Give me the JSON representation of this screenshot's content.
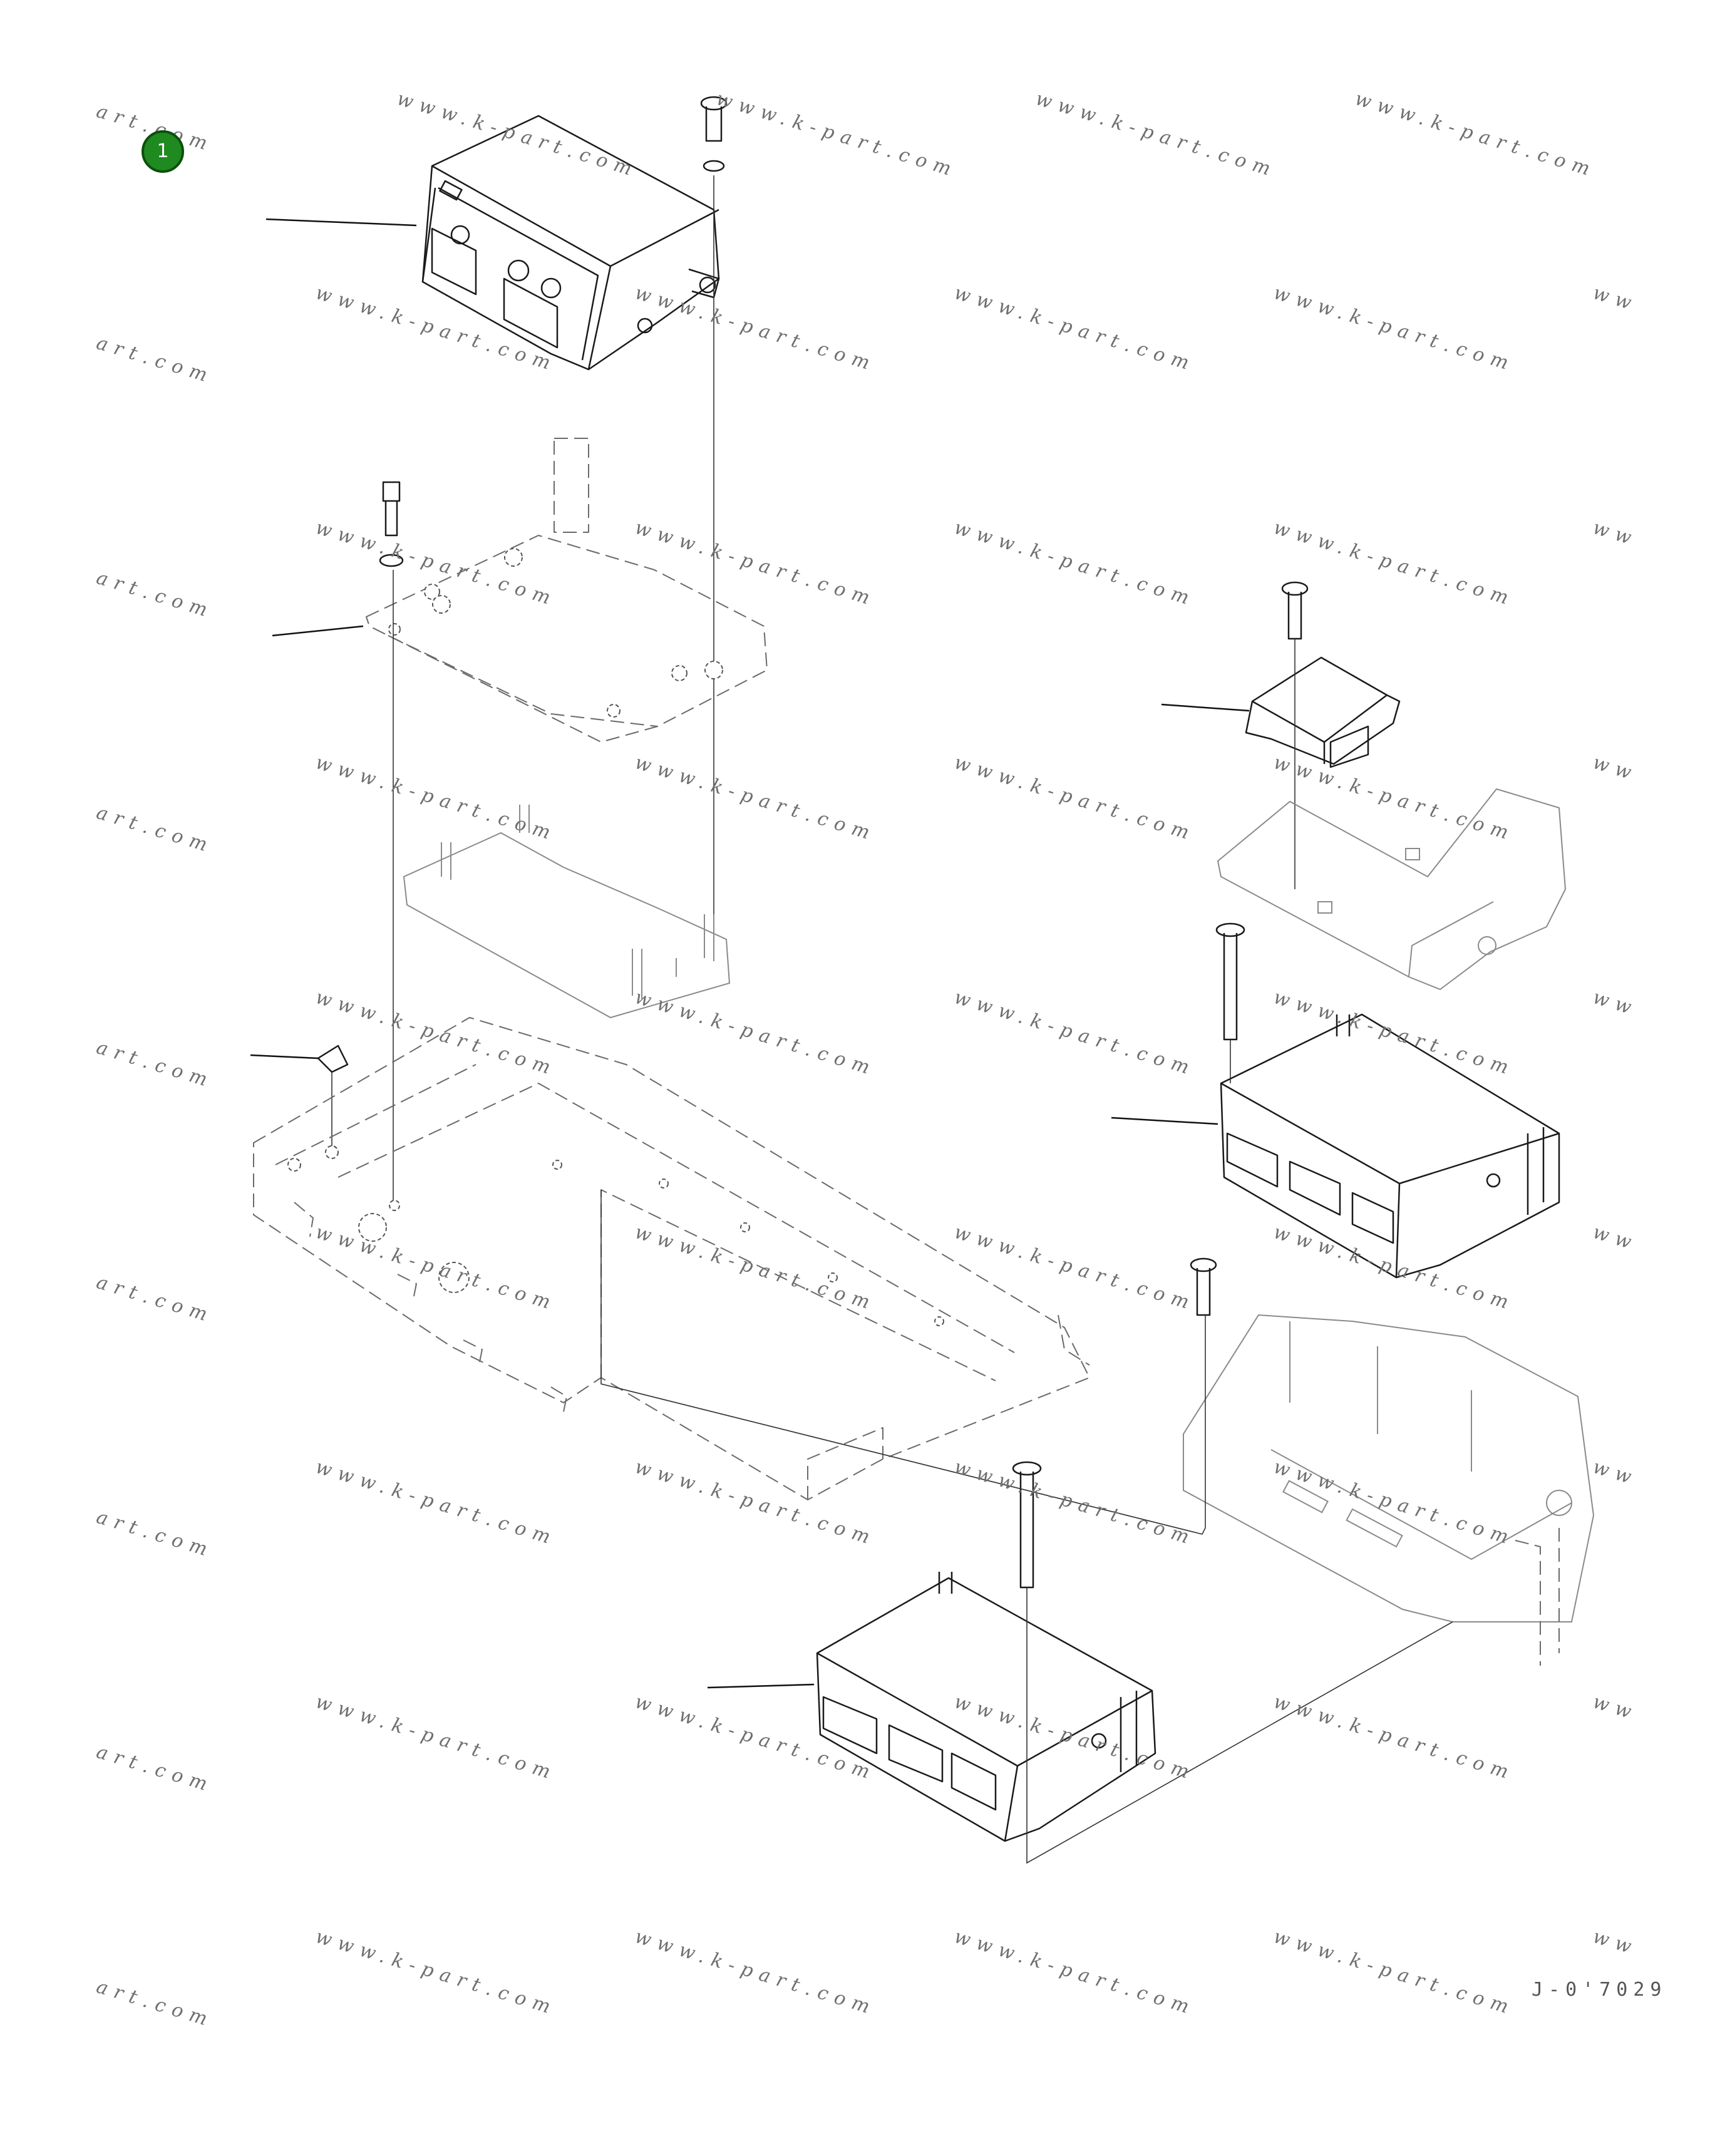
{
  "callout": {
    "number": "1"
  },
  "drawing_id": "J-0'7029",
  "watermark": {
    "full": "www.k-part.com",
    "left_cut": "art.com",
    "right_cut": "ww"
  }
}
